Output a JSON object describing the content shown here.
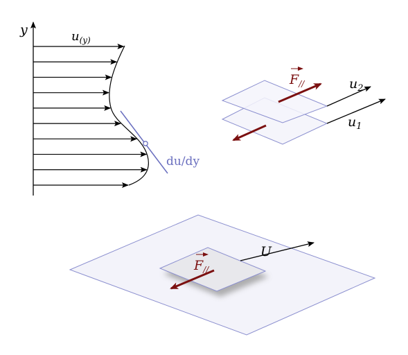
{
  "velocity_profile": {
    "y_axis_label": "y",
    "u_label_main": "u",
    "u_label_sub": "(y)",
    "gradient_label": "du/dy",
    "arrow_count": 10
  },
  "layers": {
    "force_label": "F",
    "force_sub": "//",
    "u2_label": "u",
    "u2_sub": "2",
    "u1_label": "u",
    "u1_sub": "1"
  },
  "plate": {
    "force_label": "F",
    "force_sub": "//",
    "velocity_label": "U"
  },
  "colors": {
    "arrow": "#000000",
    "force": "#7b1010",
    "tangent": "#6a6fbf",
    "plate_fill": "#f3f3fa",
    "plate_stroke": "#8b8fcf",
    "shadow": "#bbbbbb"
  }
}
